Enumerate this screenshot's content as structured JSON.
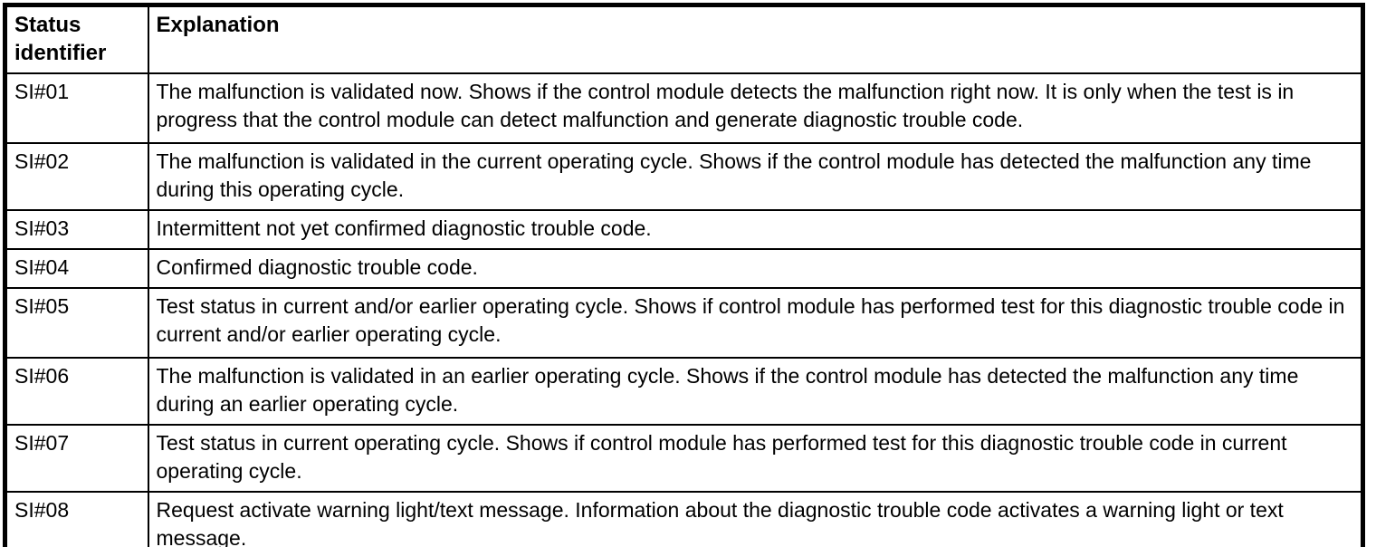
{
  "table": {
    "columns": [
      {
        "label": "Status identifier"
      },
      {
        "label": "Explanation"
      }
    ],
    "rows": [
      {
        "status_identifier": "SI#01",
        "explanation": "The malfunction is validated now. Shows if the control module detects the malfunction right now. It is only when the test is in progress that the control module can detect malfunction and generate diagnostic trouble code."
      },
      {
        "status_identifier": "SI#02",
        "explanation": "The malfunction is validated in the current operating cycle. Shows if the control module has detected the malfunction any time during this operating cycle."
      },
      {
        "status_identifier": "SI#03",
        "explanation": "Intermittent not yet confirmed diagnostic trouble code."
      },
      {
        "status_identifier": "SI#04",
        "explanation": "Confirmed diagnostic trouble code."
      },
      {
        "status_identifier": "SI#05",
        "explanation": "Test status in current and/or earlier operating cycle. Shows if control module has performed test for this diagnostic trouble code in current and/or earlier operating cycle."
      },
      {
        "status_identifier": "SI#06",
        "explanation": "The malfunction is validated in an earlier operating cycle. Shows if the control module has detected the malfunction any time during an earlier operating cycle."
      },
      {
        "status_identifier": "SI#07",
        "explanation": "Test status in current operating cycle. Shows if control module has performed test for this diagnostic trouble code in current operating cycle."
      },
      {
        "status_identifier": "SI#08",
        "explanation": "Request activate warning light/text message. Information about the diagnostic trouble code activates a warning light or text message."
      }
    ]
  },
  "colors": {
    "border": "#000000",
    "text": "#000000",
    "background": "#ffffff"
  }
}
